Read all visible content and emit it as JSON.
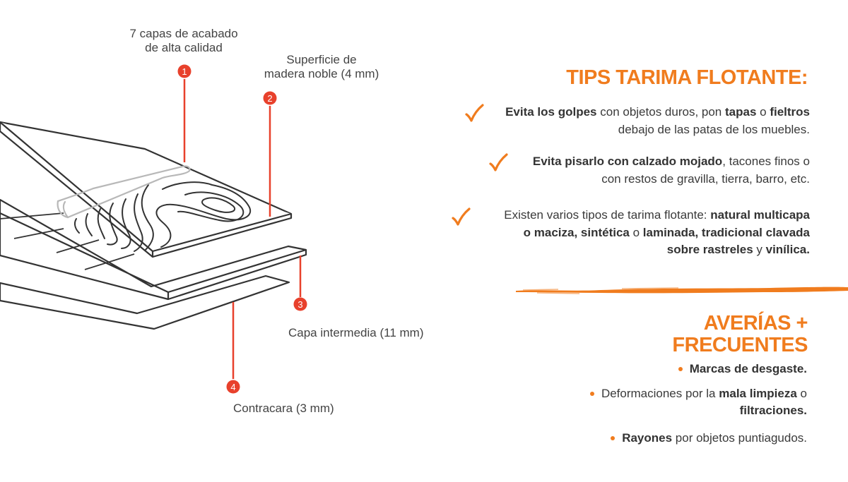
{
  "diagram": {
    "callouts": [
      {
        "number": "1",
        "line1": "7 capas de acabado",
        "line2": "de alta calidad"
      },
      {
        "number": "2",
        "line1": "Superficie de",
        "line2": "madera noble (4 mm)"
      },
      {
        "number": "3",
        "line1": "Capa intermedia (11 mm)",
        "line2": ""
      },
      {
        "number": "4",
        "line1": "Contracara (3 mm)",
        "line2": ""
      }
    ]
  },
  "tips": {
    "title": "TIPS TARIMA FLOTANTE:",
    "items": [
      {
        "lines": [
          [
            {
              "t": "Evita los golpes",
              "b": true
            },
            {
              "t": " con objetos duros, pon "
            },
            {
              "t": "tapas",
              "b": true
            },
            {
              "t": " o "
            },
            {
              "t": "fieltros",
              "b": true
            }
          ],
          [
            {
              "t": "debajo de las patas de los muebles."
            }
          ]
        ]
      },
      {
        "lines": [
          [
            {
              "t": "Evita pisarlo con calzado mojado",
              "b": true
            },
            {
              "t": ", tacones finos o"
            }
          ],
          [
            {
              "t": "con restos de gravilla, tierra, barro, etc."
            }
          ]
        ]
      },
      {
        "lines": [
          [
            {
              "t": "Existen varios tipos de tarima flotante: "
            },
            {
              "t": "natural multicapa",
              "b": true
            }
          ],
          [
            {
              "t": "o maciza, sintética",
              "b": true
            },
            {
              "t": " o "
            },
            {
              "t": "laminada, tradicional clavada",
              "b": true
            }
          ],
          [
            {
              "t": "sobre rastreles",
              "b": true
            },
            {
              "t": " y "
            },
            {
              "t": "vinílica.",
              "b": true
            }
          ]
        ]
      }
    ]
  },
  "faults": {
    "title_line1": "AVERÍAS +",
    "title_line2": "FRECUENTES",
    "items": [
      {
        "lines": [
          [
            {
              "t": "Marcas de desgaste.",
              "b": true
            }
          ]
        ]
      },
      {
        "lines": [
          [
            {
              "t": "Deformaciones por la "
            },
            {
              "t": "mala limpieza",
              "b": true
            },
            {
              "t": " o"
            }
          ],
          [
            {
              "t": "filtraciones.",
              "b": true
            }
          ]
        ]
      },
      {
        "lines": [
          [
            {
              "t": "Rayones",
              "b": true
            },
            {
              "t": " por objetos puntiagudos."
            }
          ]
        ]
      }
    ]
  },
  "colors": {
    "accent": "#f07c1e",
    "marker_red": "#e8412c",
    "line_dark": "#333333",
    "text": "#3a3a3a"
  }
}
